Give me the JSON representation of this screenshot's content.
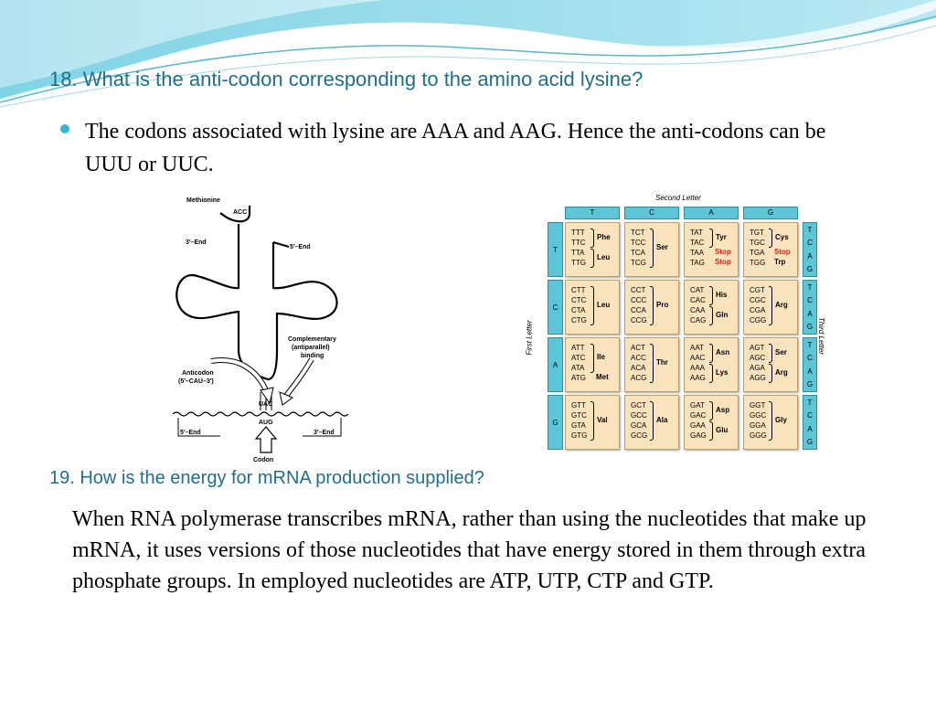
{
  "q18": {
    "title": "18. What is the anti-codon corresponding to the amino acid lysine?",
    "bullet": "The codons associated with lysine are AAA and AAG. Hence the anti-codons can be UUU or UUC."
  },
  "trna_diagram": {
    "methionine": "Methionine",
    "acc": "ACC",
    "end3_top": "3′–End",
    "end5_top": "5′–End",
    "complementary": [
      "Complementary",
      "(antiparallel)",
      "binding"
    ],
    "anticodon": [
      "Anticodon",
      "(5′–CAU–3′)"
    ],
    "uac": "UAC",
    "aug": "AUG",
    "end5_bottom": "5′–End",
    "end3_bottom": "3′–End",
    "codon": "Codon"
  },
  "codon_table": {
    "second_letter": "Second Letter",
    "first_letter": "First Letter",
    "third_letter": "Third Letter",
    "columns": [
      "T",
      "C",
      "A",
      "G"
    ],
    "rows": [
      "T",
      "C",
      "A",
      "G"
    ],
    "third_letters": [
      "T",
      "C",
      "A",
      "G"
    ],
    "cells": [
      [
        {
          "codons": [
            "TTT",
            "TTC",
            "TTA",
            "TTG"
          ],
          "aa": [
            {
              "name": "Phe",
              "span": 2
            },
            {
              "name": "Leu",
              "span": 2
            }
          ]
        },
        {
          "codons": [
            "TCT",
            "TCC",
            "TCA",
            "TCG"
          ],
          "aa": [
            {
              "name": "Ser",
              "span": 4
            }
          ]
        },
        {
          "codons": [
            "TAT",
            "TAC",
            "TAA",
            "TAG"
          ],
          "aa": [
            {
              "name": "Tyr",
              "span": 2
            },
            {
              "name": "Stop",
              "span": 1,
              "stop": true
            },
            {
              "name": "Stop",
              "span": 1,
              "stop": true
            }
          ]
        },
        {
          "codons": [
            "TGT",
            "TGC",
            "TGA",
            "TGG"
          ],
          "aa": [
            {
              "name": "Cys",
              "span": 2
            },
            {
              "name": "Stop",
              "span": 1,
              "stop": true
            },
            {
              "name": "Trp",
              "span": 1
            }
          ]
        }
      ],
      [
        {
          "codons": [
            "CTT",
            "CTC",
            "CTA",
            "CTG"
          ],
          "aa": [
            {
              "name": "Leu",
              "span": 4
            }
          ]
        },
        {
          "codons": [
            "CCT",
            "CCC",
            "CCA",
            "CCG"
          ],
          "aa": [
            {
              "name": "Pro",
              "span": 4
            }
          ]
        },
        {
          "codons": [
            "CAT",
            "CAC",
            "CAA",
            "CAG"
          ],
          "aa": [
            {
              "name": "His",
              "span": 2
            },
            {
              "name": "Gln",
              "span": 2
            }
          ]
        },
        {
          "codons": [
            "CGT",
            "CGC",
            "CGA",
            "CGG"
          ],
          "aa": [
            {
              "name": "Arg",
              "span": 4
            }
          ]
        }
      ],
      [
        {
          "codons": [
            "ATT",
            "ATC",
            "ATA",
            "ATG"
          ],
          "aa": [
            {
              "name": "Ile",
              "span": 3
            },
            {
              "name": "Met",
              "span": 1
            }
          ]
        },
        {
          "codons": [
            "ACT",
            "ACC",
            "ACA",
            "ACG"
          ],
          "aa": [
            {
              "name": "Thr",
              "span": 4
            }
          ]
        },
        {
          "codons": [
            "AAT",
            "AAC",
            "AAA",
            "AAG"
          ],
          "aa": [
            {
              "name": "Asn",
              "span": 2
            },
            {
              "name": "Lys",
              "span": 2
            }
          ]
        },
        {
          "codons": [
            "AGT",
            "AGC",
            "AGA",
            "AGG"
          ],
          "aa": [
            {
              "name": "Ser",
              "span": 2
            },
            {
              "name": "Arg",
              "span": 2
            }
          ]
        }
      ],
      [
        {
          "codons": [
            "GTT",
            "GTC",
            "GTA",
            "GTG"
          ],
          "aa": [
            {
              "name": "Val",
              "span": 4
            }
          ]
        },
        {
          "codons": [
            "GCT",
            "GCC",
            "GCA",
            "GCG"
          ],
          "aa": [
            {
              "name": "Ala",
              "span": 4
            }
          ]
        },
        {
          "codons": [
            "GAT",
            "GAC",
            "GAA",
            "GAG"
          ],
          "aa": [
            {
              "name": "Asp",
              "span": 2
            },
            {
              "name": "Glu",
              "span": 2
            }
          ]
        },
        {
          "codons": [
            "GGT",
            "GGC",
            "GGA",
            "GGG"
          ],
          "aa": [
            {
              "name": "Gly",
              "span": 4
            }
          ]
        }
      ]
    ]
  },
  "q19": {
    "title": "19. How is the energy for mRNA production supplied?",
    "answer": "When RNA polymerase transcribes mRNA, rather than using the nucleotides that make up mRNA, it uses versions of those nucleotides that have energy stored in them through extra phosphate groups. In employed nucleotides are ATP, UTP, CTP and GTP."
  },
  "colors": {
    "heading": "#1f6f8b",
    "bullet": "#34b5d2",
    "header_cell": "#5cc6d6",
    "codon_cell": "#f9e3bd",
    "stop": "#e0201a"
  }
}
